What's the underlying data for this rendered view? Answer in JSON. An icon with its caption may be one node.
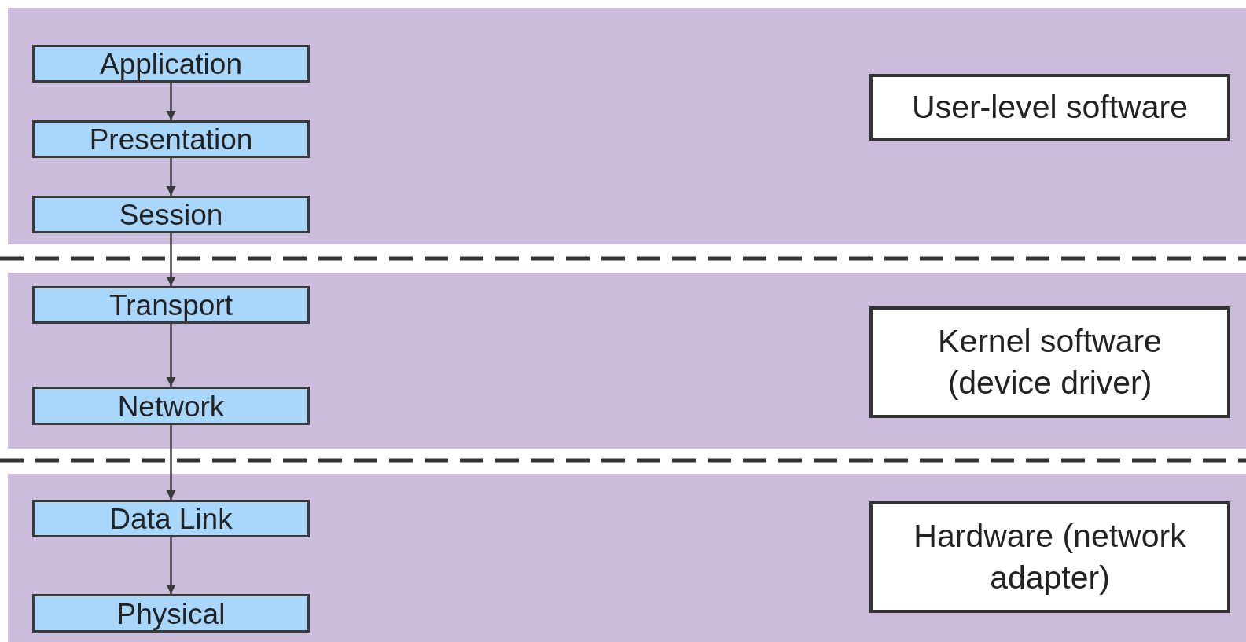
{
  "diagram": {
    "nodes": [
      {
        "text": [],
        "shape": "band"
      },
      {
        "text": [
          "Application"
        ],
        "in": 0
      },
      {
        "text": [
          "Presentation"
        ],
        "in": 0
      },
      {
        "text": [
          "Session"
        ],
        "in": 0
      },
      {
        "text": [
          "User-level software"
        ],
        "in": 0
      },
      {
        "text": [],
        "shape": "band"
      },
      {
        "text": [
          "Transport"
        ],
        "in": 5
      },
      {
        "text": [
          "Network"
        ],
        "in": 5
      },
      {
        "text": [
          "Kernel software (device driver)"
        ],
        "in": 5
      },
      {
        "text": [],
        "shape": "band"
      },
      {
        "text": [
          "Data Link"
        ],
        "in": 9
      },
      {
        "text": [
          "Physical"
        ],
        "in": 9
      },
      {
        "text": [
          "Hardware (network adapter)"
        ],
        "in": 9
      }
    ],
    "edges": [
      {
        "from": 1,
        "to": 2,
        "arrow": "to"
      },
      {
        "from": 2,
        "to": 3,
        "arrow": "to"
      },
      {
        "from": 3,
        "to": 6,
        "arrow": "to"
      },
      {
        "from": 6,
        "to": 7,
        "arrow": "to"
      },
      {
        "from": 7,
        "to": 10,
        "arrow": "to"
      },
      {
        "from": 10,
        "to": 11,
        "arrow": "to"
      }
    ]
  }
}
